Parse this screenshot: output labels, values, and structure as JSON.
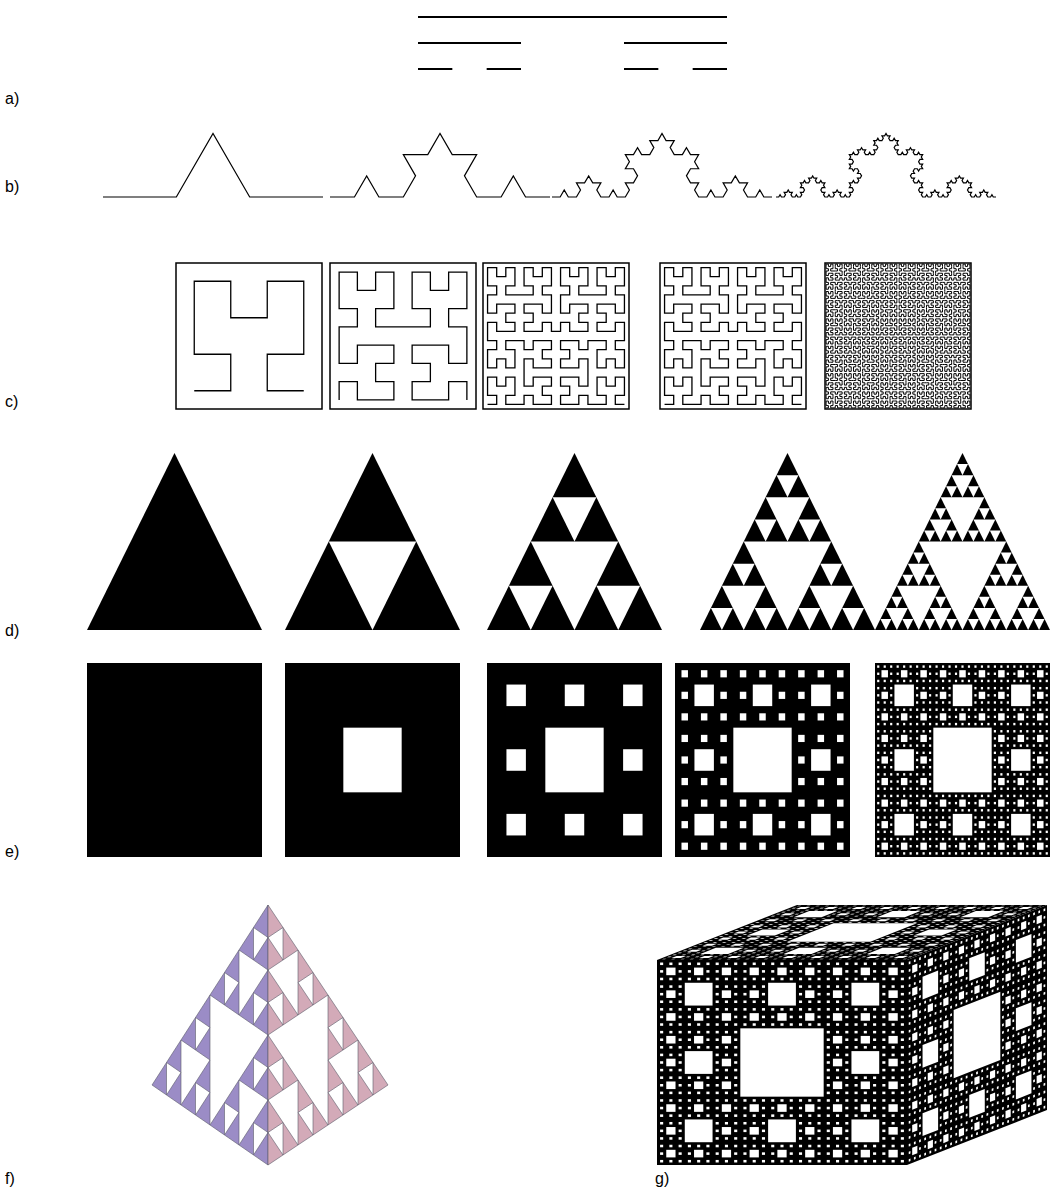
{
  "diagram": {
    "labels": [
      "a)",
      "b)",
      "c)",
      "d)",
      "e)",
      "f)",
      "g)"
    ]
  }
}
